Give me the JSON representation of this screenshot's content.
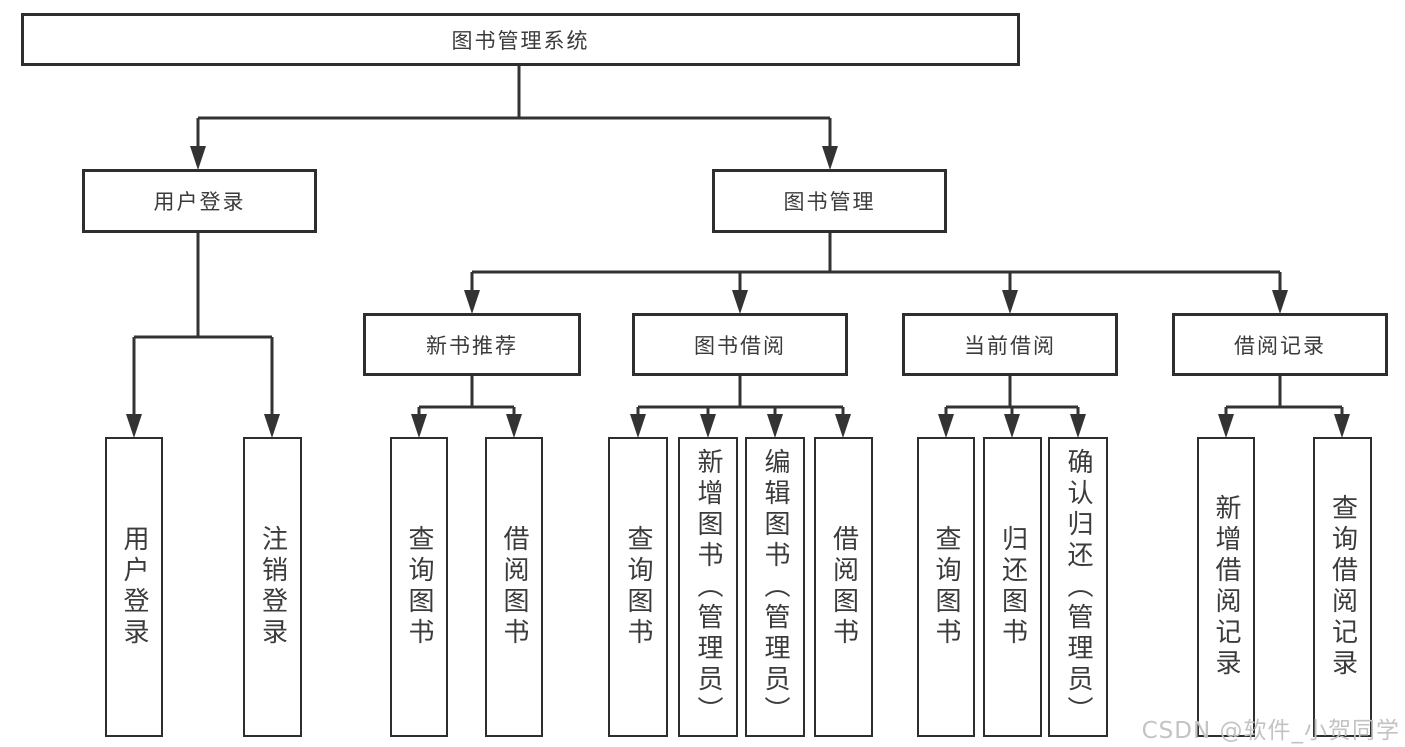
{
  "diagram": {
    "root": {
      "label": "图书管理系统"
    },
    "branches": [
      {
        "label": "用户登录",
        "children": [
          {
            "label": "用户登录"
          },
          {
            "label": "注销登录"
          }
        ]
      },
      {
        "label": "图书管理",
        "groups": [
          {
            "label": "新书推荐",
            "children": [
              {
                "label": "查询图书"
              },
              {
                "label": "借阅图书"
              }
            ]
          },
          {
            "label": "图书借阅",
            "children": [
              {
                "label": "查询图书"
              },
              {
                "label": "新增图书（管理员）"
              },
              {
                "label": "编辑图书（管理员）"
              },
              {
                "label": "借阅图书"
              }
            ]
          },
          {
            "label": "当前借阅",
            "children": [
              {
                "label": "查询图书"
              },
              {
                "label": "归还图书"
              },
              {
                "label": "确认归还（管理员）"
              }
            ]
          },
          {
            "label": "借阅记录",
            "children": [
              {
                "label": "新增借阅记录"
              },
              {
                "label": "查询借阅记录"
              }
            ]
          }
        ]
      }
    ]
  },
  "watermark": {
    "text": "CSDN @软件_小贺同学"
  },
  "colors": {
    "line": "#333333",
    "box_border": "#2e2e2e",
    "text": "#3b3b3b",
    "watermark": "#c3c3c3",
    "background": "#ffffff"
  }
}
